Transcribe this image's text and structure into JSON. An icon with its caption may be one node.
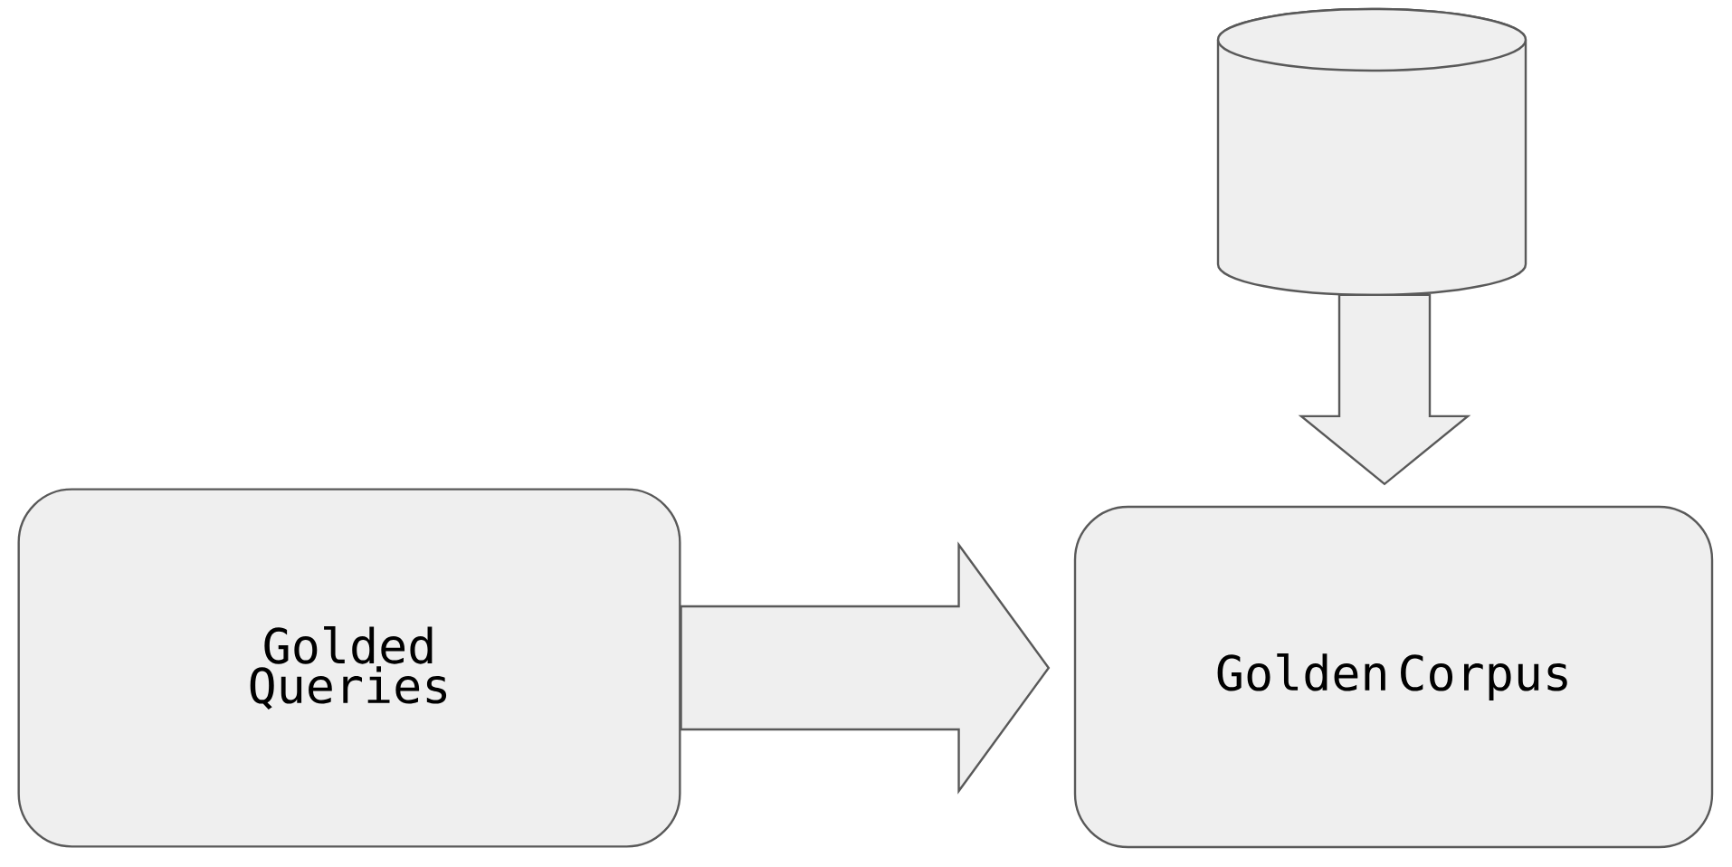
{
  "diagram": {
    "nodes": [
      {
        "text": [
          "Golded Queries"
        ]
      },
      {
        "text": [
          "Golden Corpus"
        ]
      },
      {
        "text": [],
        "shape": "cylinder"
      }
    ],
    "edges": [
      {
        "from": 0,
        "to": 1,
        "arrow": "to"
      },
      {
        "from": 2,
        "to": 1,
        "arrow": "to"
      }
    ]
  }
}
